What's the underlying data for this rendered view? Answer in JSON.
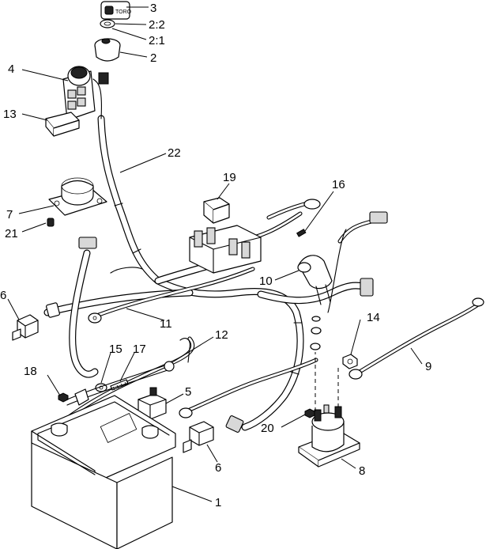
{
  "callouts": {
    "c1": "1",
    "c2": "2",
    "c2_1": "2:1",
    "c2_2": "2:2",
    "c3": "3",
    "c4": "4",
    "c5": "5",
    "c6a": "6",
    "c6b": "6",
    "c7": "7",
    "c8": "8",
    "c9": "9",
    "c10": "10",
    "c11": "11",
    "c12": "12",
    "c13": "13",
    "c14": "14",
    "c15": "15",
    "c16": "16",
    "c17": "17",
    "c18": "18",
    "c19": "19",
    "c20": "20",
    "c21": "21",
    "c22": "22"
  },
  "key_label": "TORO"
}
